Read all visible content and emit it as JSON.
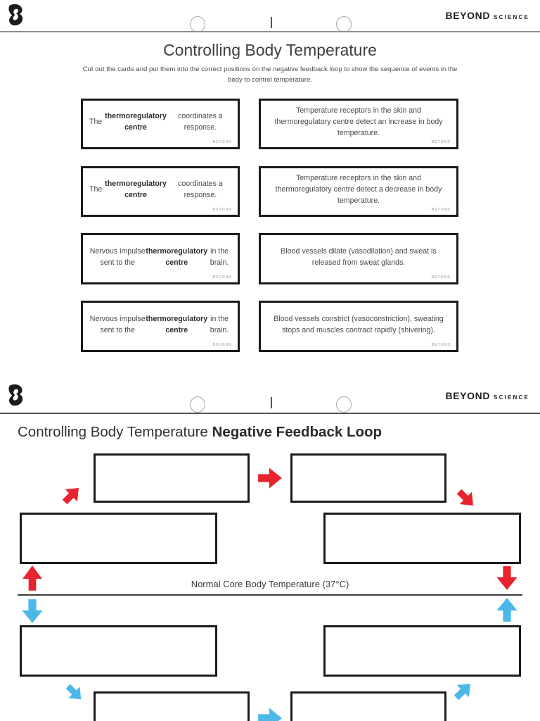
{
  "brand": {
    "logo_icon": "beyond-b-logo",
    "wordmark_primary": "BEYOND",
    "wordmark_secondary": "SCIENCE"
  },
  "page1": {
    "title": "Controlling Body Temperature",
    "instructions": "Cut out the cards and put them into the correct positions on the negative feedback loop to show the sequence of events in the body to control temperature.",
    "card_watermark": "BEYOND",
    "cards": [
      {
        "position": "row1-left",
        "segments": [
          {
            "text": "The ",
            "bold": false
          },
          {
            "text": "thermoregulatory centre",
            "bold": true
          },
          {
            "text": " coordinates a response.",
            "bold": false
          }
        ]
      },
      {
        "position": "row1-right",
        "segments": [
          {
            "text": "Temperature receptors in the skin and thermoregulatory centre detect an increase in body temperature.",
            "bold": false
          }
        ]
      },
      {
        "position": "row2-left",
        "segments": [
          {
            "text": "The ",
            "bold": false
          },
          {
            "text": "thermoregulatory centre",
            "bold": true
          },
          {
            "text": " coordinates a response.",
            "bold": false
          }
        ]
      },
      {
        "position": "row2-right",
        "segments": [
          {
            "text": "Temperature receptors in the skin and thermoregulatory centre detect a decrease in body temperature.",
            "bold": false
          }
        ]
      },
      {
        "position": "row3-left",
        "segments": [
          {
            "text": "Nervous impulse sent to the ",
            "bold": false
          },
          {
            "text": "thermoregulatory centre",
            "bold": true
          },
          {
            "text": " in the brain.",
            "bold": false
          }
        ]
      },
      {
        "position": "row3-right",
        "segments": [
          {
            "text": "Blood vessels dilate (vasodilation) and sweat is released from sweat glands.",
            "bold": false
          }
        ]
      },
      {
        "position": "row4-left",
        "segments": [
          {
            "text": "Nervous impulse sent to the ",
            "bold": false
          },
          {
            "text": "thermoregulatory centre",
            "bold": true
          },
          {
            "text": " in the brain.",
            "bold": false
          }
        ]
      },
      {
        "position": "row4-right",
        "segments": [
          {
            "text": "Blood vessels constrict (vasoconstriction), sweating stops and muscles contract rapidly (shivering).",
            "bold": false
          }
        ]
      }
    ]
  },
  "page2": {
    "title_regular": "Controlling Body Temperature ",
    "title_bold": "Negative Feedback Loop",
    "axis_label": "Normal Core Body Temperature (37°C)",
    "colors": {
      "hot": "#e8232e",
      "cold": "#4cb8e8"
    },
    "answer_boxes": [
      "top-left",
      "top-right",
      "middle-left",
      "middle-right",
      "lower-left",
      "lower-right",
      "bottom-left",
      "bottom-right"
    ]
  }
}
